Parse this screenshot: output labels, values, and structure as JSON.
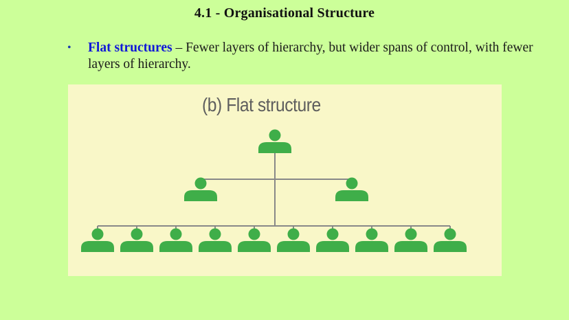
{
  "slide": {
    "title": "4.1 - Organisational Structure",
    "bullet": {
      "marker": "•",
      "term": "Flat structures",
      "text": " – Fewer layers of hierarchy, but wider spans of control, with fewer layers of hierarchy."
    }
  },
  "diagram": {
    "caption": "(b) Flat structure",
    "levels": [
      1,
      2,
      10
    ],
    "colors": {
      "person": "#3fae49",
      "line": "#888888",
      "background": "#f9f7c8"
    },
    "icon": "person-icon"
  }
}
